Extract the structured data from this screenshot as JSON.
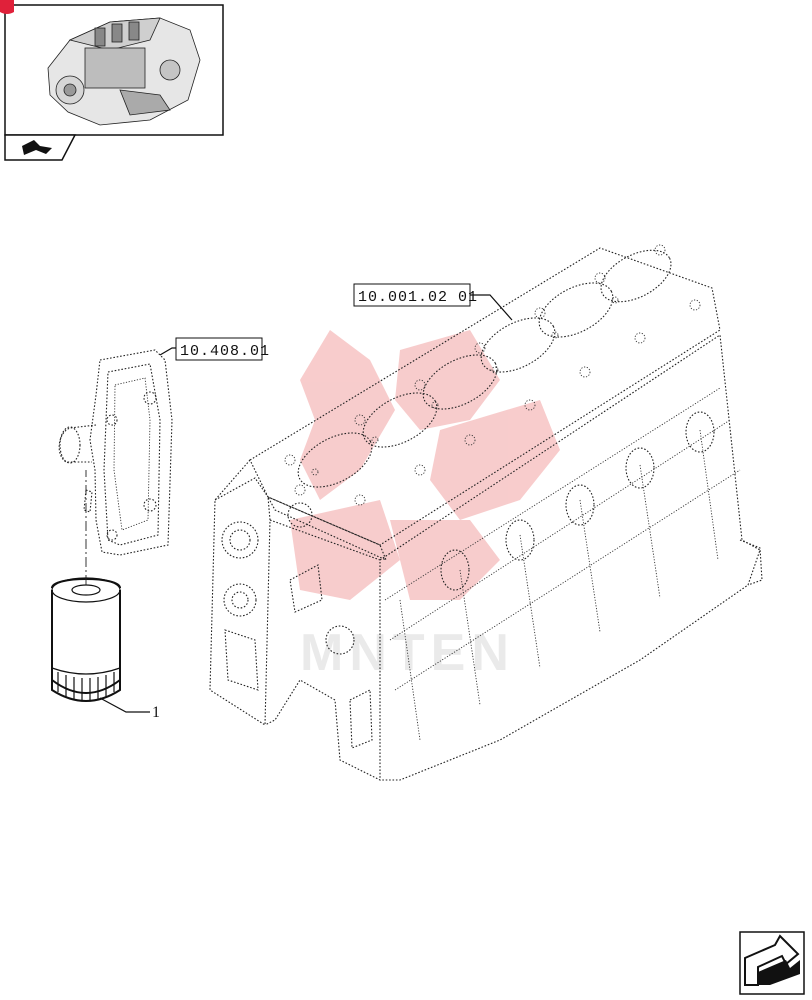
{
  "callouts": {
    "engine_block_ref": "10.001.02 01",
    "oil_pump_ref": "10.408.01",
    "filter_item": "1"
  },
  "icons": {
    "thumbnail": "engine-thumbnail-icon",
    "book": "book-icon",
    "next_page": "next-page-arrow-icon"
  },
  "colors": {
    "watermark": "#f2a3a3",
    "line": "#111111"
  }
}
